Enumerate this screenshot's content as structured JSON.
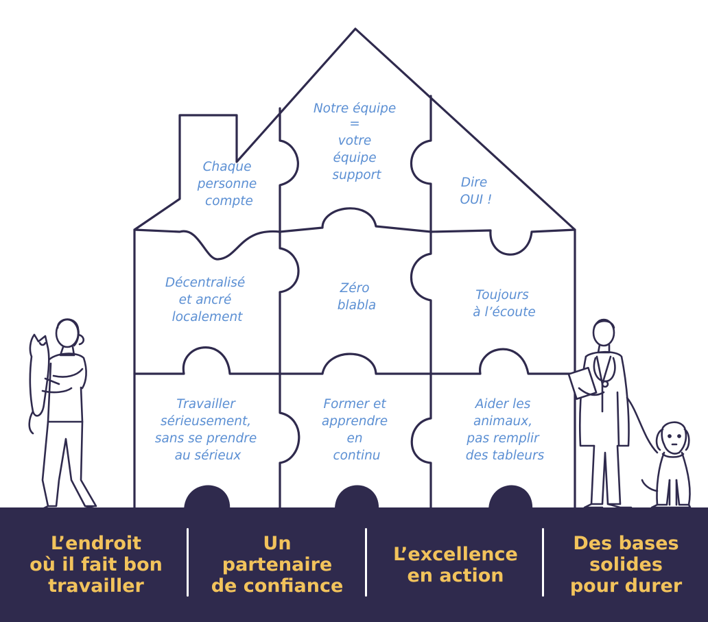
{
  "colors": {
    "outline": "#2f2a4d",
    "puzzle_text": "#5b8fd3",
    "footer_bg": "#2f2a4d",
    "pillar_text": "#f2c35c"
  },
  "puzzle_pieces": {
    "chimney": [
      "Chaque",
      "personne",
      "compte"
    ],
    "roof_center": [
      "Notre équipe",
      "=",
      "votre",
      "équipe",
      "support"
    ],
    "roof_right": [
      "Dire",
      "OUI !"
    ],
    "middle_left": [
      "Décentralisé",
      "et ancré",
      "localement"
    ],
    "middle_center": [
      "Zéro",
      "blabla"
    ],
    "middle_right": [
      "Toujours",
      "à l’écoute"
    ],
    "bottom_left": [
      "Travailler",
      "sérieusement,",
      "sans se prendre",
      "au sérieux"
    ],
    "bottom_center": [
      "Former et",
      "apprendre",
      "en",
      "continu"
    ],
    "bottom_right": [
      "Aider les",
      "animaux,",
      "pas remplir",
      "des tableurs"
    ]
  },
  "pillars": [
    "L’endroit\noù il fait bon\ntravailler",
    "Un\npartenaire\nde confiance",
    "L’excellence\nen action",
    "Des bases\nsolides\npour durer"
  ],
  "icons": [
    "woman-with-cat-icon",
    "veterinarian-icon",
    "dog-icon"
  ]
}
